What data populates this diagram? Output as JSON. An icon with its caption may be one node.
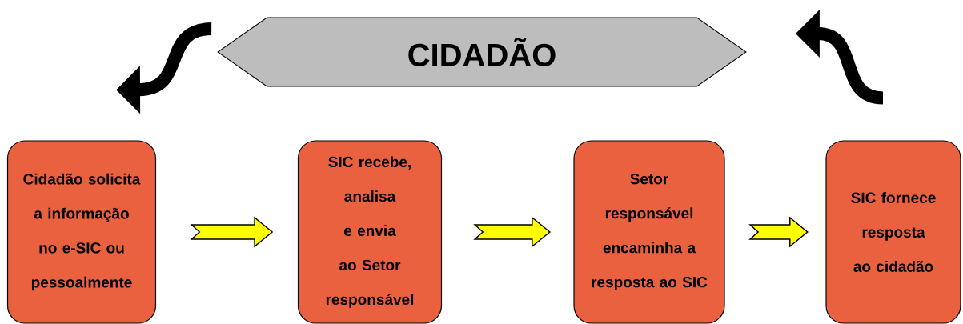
{
  "diagram": {
    "nodes": [
      {
        "text": [
          "CIDADÃO"
        ]
      },
      {
        "text": [
          "Cidadão solicita a informação no e-SIC ou pessoalmente"
        ]
      },
      {
        "text": [
          "SIC recebe, analisa e envia ao Setor responsável"
        ]
      },
      {
        "text": [
          "Setor responsável encaminha a resposta ao SIC"
        ]
      },
      {
        "text": [
          "SIC fornece resposta ao cidadão"
        ]
      }
    ],
    "edges": [
      {
        "from": 0,
        "to": 1,
        "arrow": "to",
        "color": "#000000"
      },
      {
        "from": 1,
        "to": 2,
        "arrow": "to"
      },
      {
        "from": 2,
        "to": 3,
        "arrow": "to"
      },
      {
        "from": 3,
        "to": 4,
        "arrow": "to"
      },
      {
        "from": 4,
        "to": 0,
        "arrow": "to",
        "color": "#000000"
      }
    ]
  }
}
